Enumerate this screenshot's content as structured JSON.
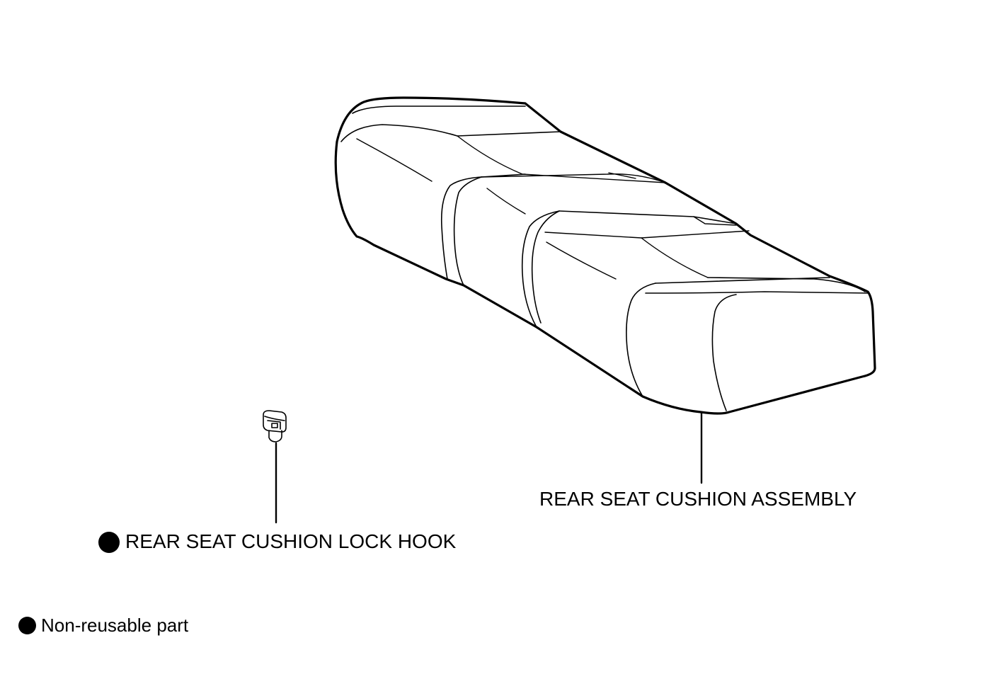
{
  "parts": {
    "assembly": {
      "label": "REAR SEAT CUSHION ASSEMBLY",
      "icon": "seat-cushion-drawing"
    },
    "lock_hook": {
      "label": "REAR SEAT CUSHION LOCK HOOK",
      "icon": "lock-hook-drawing",
      "marker": "filled-circle"
    }
  },
  "legend": {
    "marker": "filled-circle",
    "text": "Non-reusable part"
  },
  "colors": {
    "line": "#000000",
    "background": "#ffffff"
  }
}
